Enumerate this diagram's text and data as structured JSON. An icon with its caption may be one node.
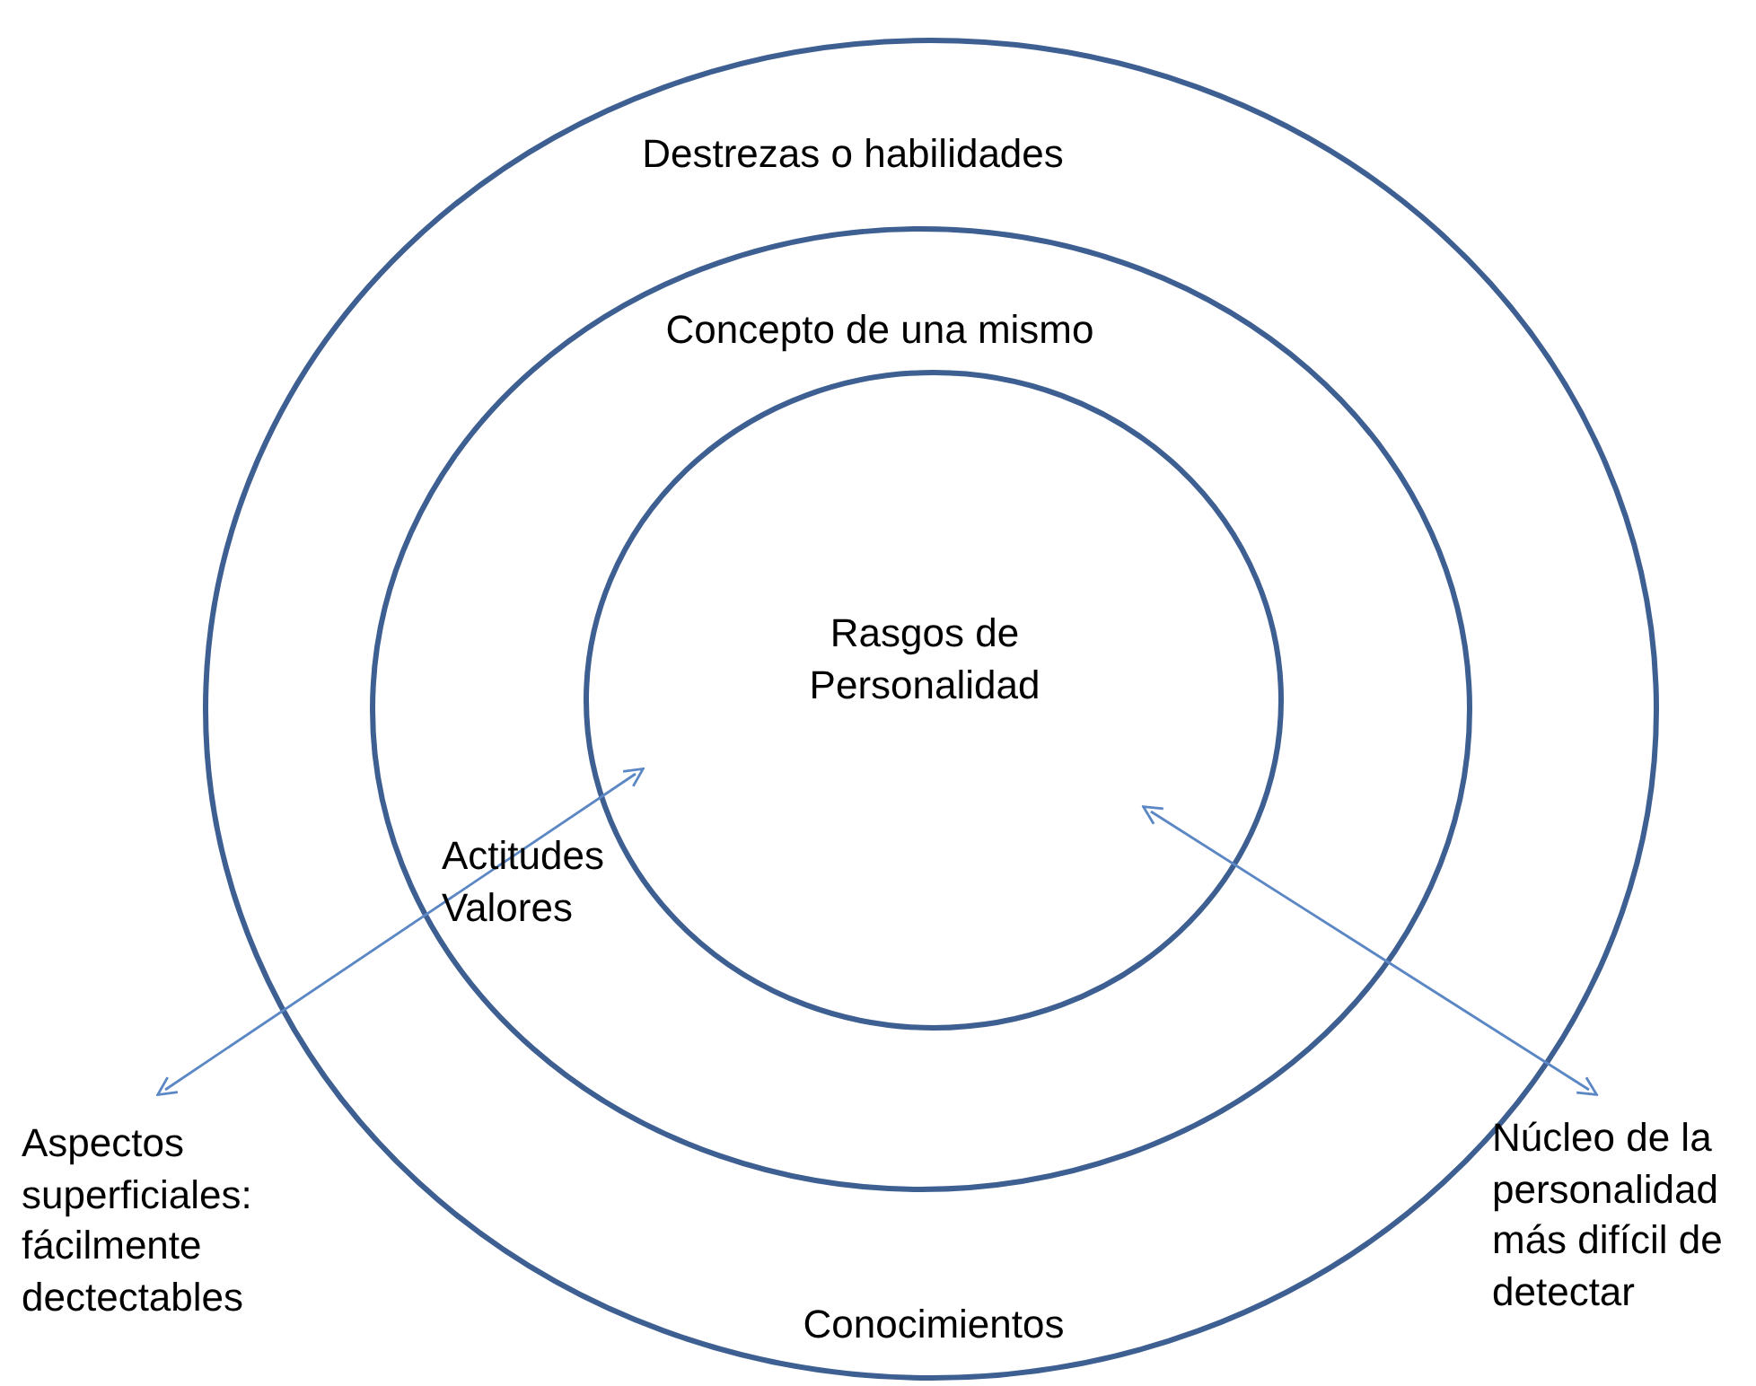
{
  "diagram": {
    "nodes": [
      {
        "text": [
          "Destrezas o habilidades",
          "Conocimientos"
        ]
      },
      {
        "text": [
          "Concepto de una mismo",
          "Actitudes Valores"
        ],
        "in": 0
      },
      {
        "text": [
          "Rasgos de Personalidad"
        ],
        "in": 1
      },
      {
        "text": [
          "Aspectos superficiales: fácilmente dectectables"
        ]
      },
      {
        "text": [
          "Núcleo de la personalidad más difícil de detectar"
        ]
      }
    ],
    "edges": [
      {
        "from": 3,
        "to": 2,
        "arrow": "both"
      },
      {
        "from": 4,
        "to": 2,
        "arrow": "both"
      }
    ]
  }
}
